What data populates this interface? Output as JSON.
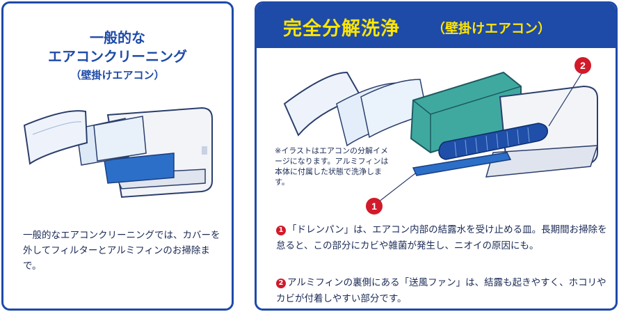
{
  "left": {
    "title_line1": "一般的な",
    "title_line2": "エアコンクリーニング",
    "title_line3": "（壁掛けエアコン）",
    "body": "一般的なエアコンクリーニングでは、カバーを外してフィルターとアルミフィンのお掃除まで。"
  },
  "right": {
    "title_main": "完全分解洗浄",
    "title_sub": "（壁掛けエアコン）",
    "note": "※イラストはエアコンの分解イメージになります。アルミフィンは本体に付属した状態で洗浄します。",
    "callouts": [
      "1",
      "2"
    ],
    "desc1_num": "1",
    "desc1": "「ドレンパン」は、エアコン内部の結露水を受け止める皿。長期間お掃除を怠ると、この部分にカビや雑菌が発生し、ニオイの原因にも。",
    "desc2_num": "2",
    "desc2": "アルミフィンの裏側にある「送風ファン」は、結露も起きやすく、ホコリやカビが付着しやすい部分です。"
  },
  "colors": {
    "brand_blue": "#1e4aa8",
    "accent_yellow": "#ffe600",
    "badge_red": "#d11a2a",
    "teal": "#3fa9a0"
  }
}
